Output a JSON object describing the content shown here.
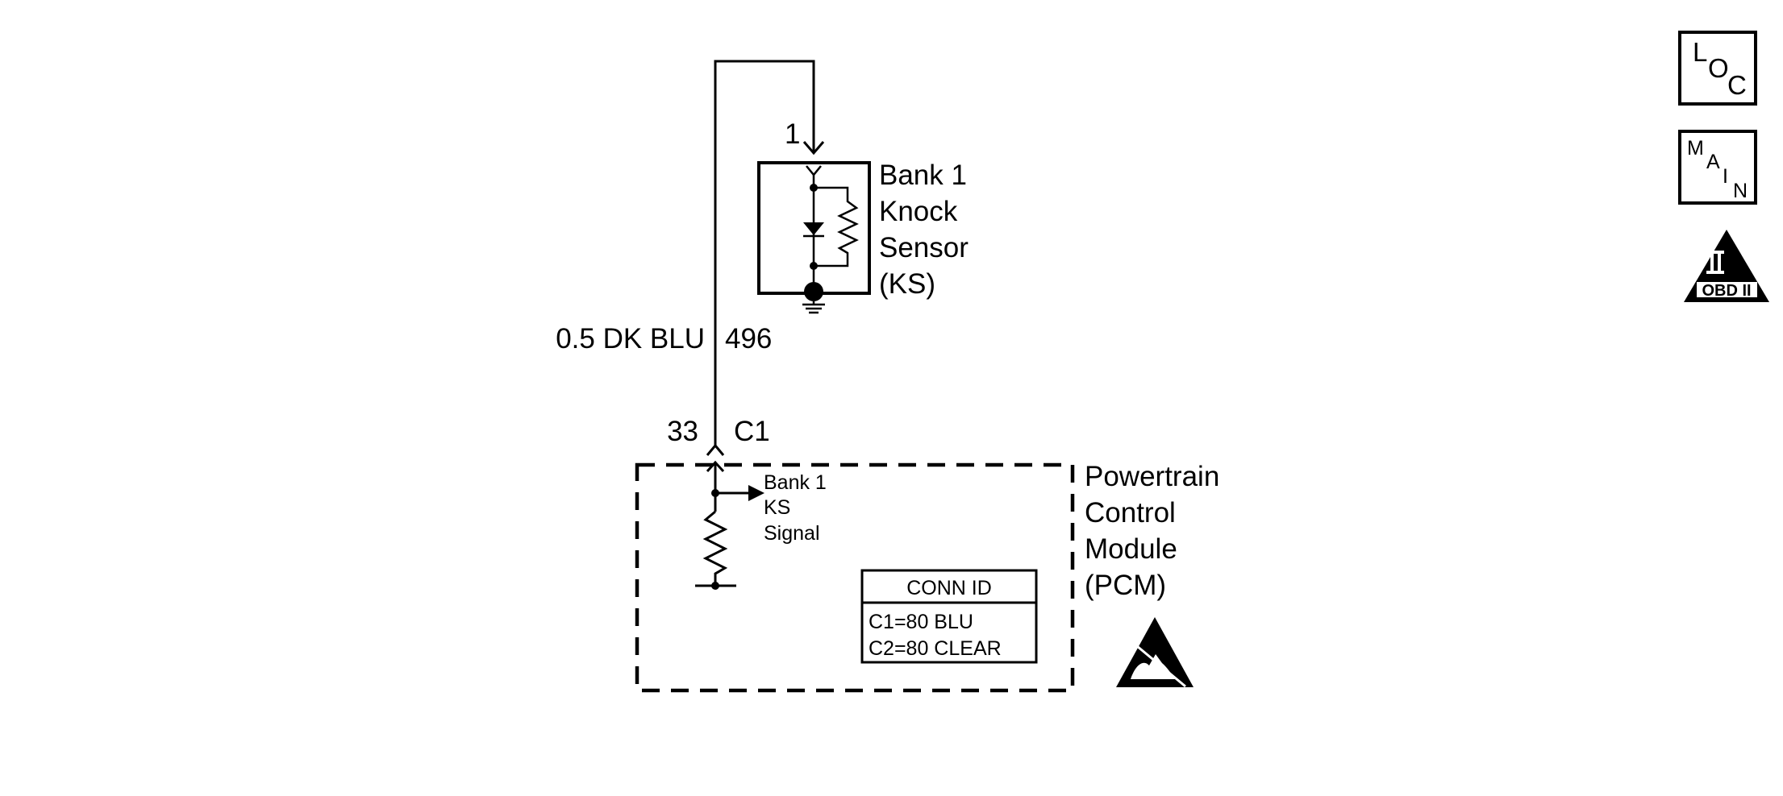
{
  "knock_sensor": {
    "pin": "1",
    "title_lines": [
      "Bank 1",
      "Knock",
      "Sensor",
      "(KS)"
    ]
  },
  "wire": {
    "gauge_color": "0.5 DK BLU",
    "circuit": "496"
  },
  "pcm_connector": {
    "pin": "33",
    "connector": "C1"
  },
  "pcm": {
    "title_lines": [
      "Powertrain",
      "Control",
      "Module",
      "(PCM)"
    ],
    "signal_lines": [
      "Bank 1",
      "KS",
      "Signal"
    ]
  },
  "conn_id_table": {
    "header": "CONN ID",
    "rows": [
      "C1=80 BLU",
      "C2=80 CLEAR"
    ]
  },
  "nav_icons": {
    "loc": [
      "L",
      "O",
      "C"
    ],
    "main": [
      "M",
      "A",
      "I",
      "N"
    ],
    "obd": {
      "numeral": "II",
      "label": "OBD II"
    }
  },
  "icons": [
    "loc-icon",
    "main-icon",
    "obd-ii-icon",
    "esd-warning-icon",
    "ground-icon",
    "knock-sensor-element-icon"
  ]
}
